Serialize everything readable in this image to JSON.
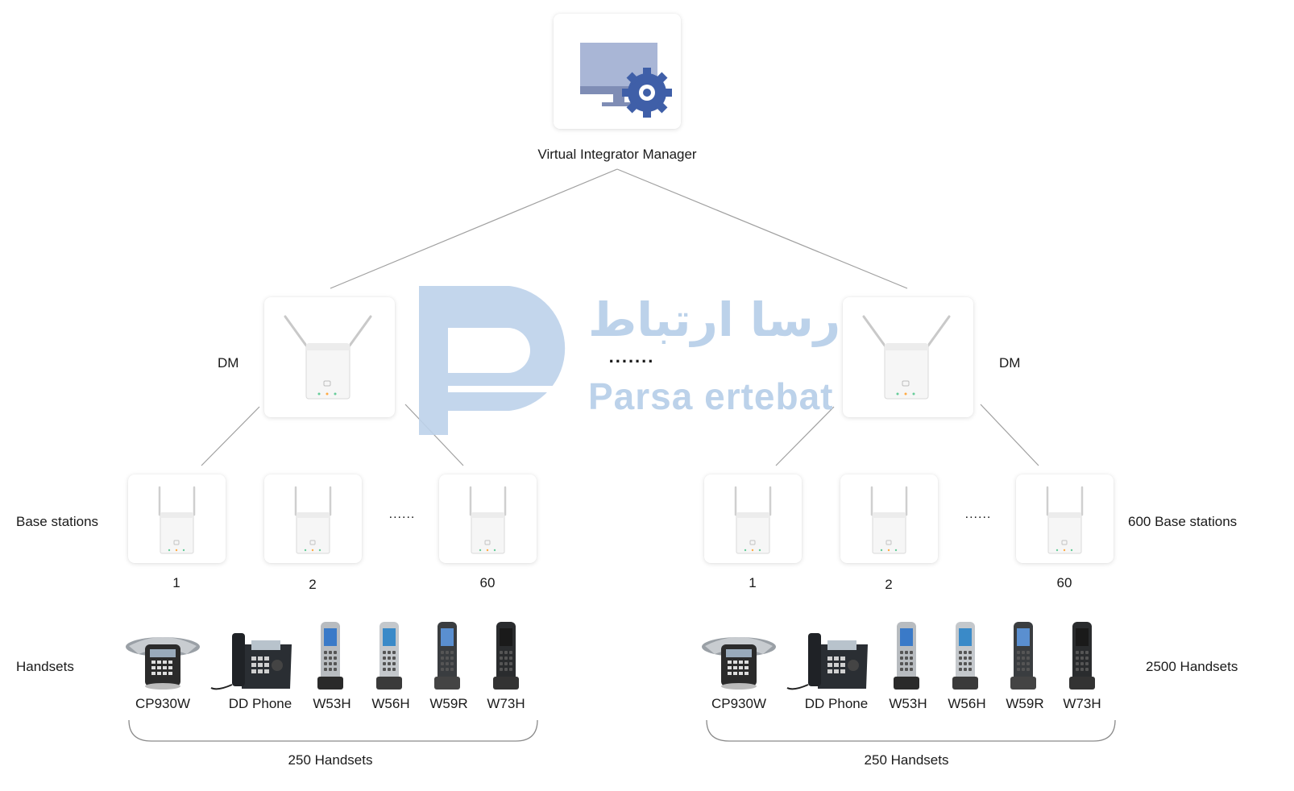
{
  "vim": {
    "label": "Virtual Integrator Manager"
  },
  "left": {
    "dm_label": "DM",
    "side_base_label": "Base stations",
    "side_handset_label": "Handsets",
    "base_numbers": [
      "1",
      "2",
      "60"
    ],
    "dots": "......",
    "handsets": [
      "CP930W",
      "DD Phone",
      "W53H",
      "W56H",
      "W59R",
      "W73H"
    ],
    "brace_label": "250 Handsets"
  },
  "right": {
    "dm_label": "DM",
    "side_base_label": "600 Base stations",
    "side_handset_label": "2500 Handsets",
    "base_numbers": [
      "1",
      "2",
      "60"
    ],
    "dots": "......",
    "handsets": [
      "CP930W",
      "DD Phone",
      "W53H",
      "W56H",
      "W59R",
      "W73H"
    ],
    "brace_label": "250 Handsets"
  },
  "middle_dots": ".......",
  "watermark": {
    "fa": "پارسا ارتباط",
    "en": "Parsa ertebat"
  },
  "colors": {
    "monitor": "#a9b6d6",
    "gear": "#3f5fa8",
    "watermark": "#bcd2ea",
    "line": "#9a9a9a"
  }
}
